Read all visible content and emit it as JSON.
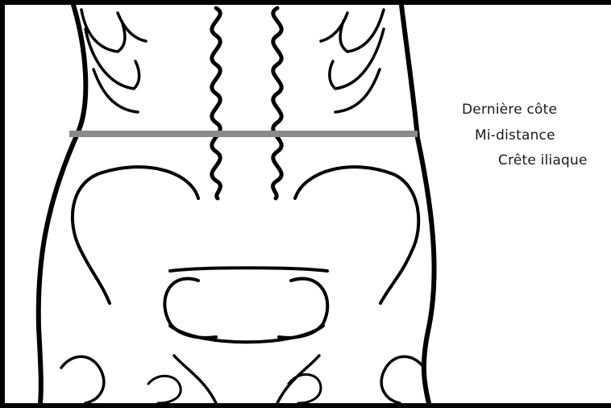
{
  "labels": {
    "last_rib": "Dernière côte",
    "mid_distance": "Mi-distance",
    "iliac_crest": "Crête iliaque"
  },
  "colors": {
    "background_frame": "#000000",
    "canvas": "#ffffff",
    "ink": "#000000",
    "measurement_line": "#8a8a8a"
  }
}
